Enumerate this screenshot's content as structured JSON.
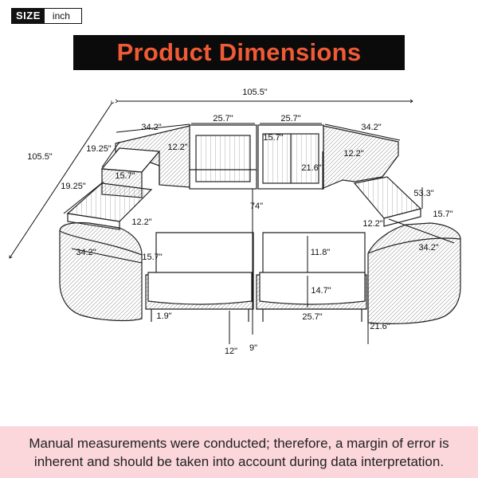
{
  "size_tag": {
    "label": "SIZE",
    "unit": "inch"
  },
  "title": "Product Dimensions",
  "dimensions": {
    "overall_width": "105.5\"",
    "overall_depth": "105.5\"",
    "corner_top_left": "34.2\"",
    "corner_top_right": "34.2\"",
    "center_left_width": "25.7\"",
    "center_right_width": "25.7\"",
    "left_side_depth": "19.25\"",
    "left_lower_depth": "19.25\"",
    "ottoman_top": "15.7\"",
    "center_cabinet_depth": "15.7\"",
    "left_gap": "12.2\"",
    "left_table_gap": "12.2\"",
    "right_upper_gap": "12.2\"",
    "right_lower_gap": "12.2\"",
    "cabinet_height": "21.6\"",
    "interior_depth": "74\"",
    "bench_length": "53.3\"",
    "right_side_depth": "15.7\"",
    "left_corner_curve": "34.2\"",
    "right_corner_curve": "34.2\"",
    "left_bottom_depth": "15.7\"",
    "back_cushion_height": "11.8\"",
    "seat_depth": "14.7\"",
    "seat_width": "25.7\"",
    "right_corner_height": "21.6\"",
    "leg_offset": "1.9\"",
    "seat_height": "12\"",
    "leg_height": "9\""
  },
  "footer": {
    "line1": "Manual measurements were conducted; therefore, a margin of error is",
    "line2": "inherent and should be taken into account during data interpretation."
  },
  "colors": {
    "banner_bg": "#0b0b0b",
    "banner_text": "#f05a35",
    "footer_bg": "#fbd6db"
  }
}
